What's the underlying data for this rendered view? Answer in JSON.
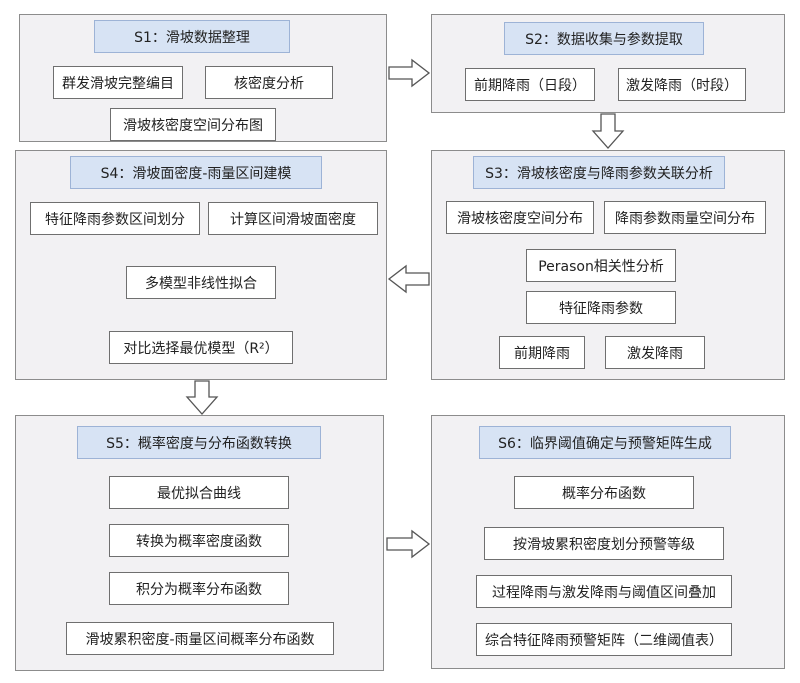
{
  "s1": {
    "title": "S1：滑坡数据整理",
    "items": [
      "群发滑坡完整编目",
      "核密度分析",
      "滑坡核密度空间分布图"
    ]
  },
  "s2": {
    "title": "S2：数据收集与参数提取",
    "items": [
      "前期降雨（日段）",
      "激发降雨（时段）"
    ]
  },
  "s3": {
    "title": "S3：滑坡核密度与降雨参数关联分析",
    "items": [
      "滑坡核密度空间分布",
      "降雨参数雨量空间分布",
      "Perason相关性分析",
      "特征降雨参数",
      "前期降雨",
      "激发降雨"
    ]
  },
  "s4": {
    "title": "S4：滑坡面密度-雨量区间建模",
    "items": [
      "特征降雨参数区间划分",
      "计算区间滑坡面密度",
      "多模型非线性拟合",
      "对比选择最优模型（R²）"
    ]
  },
  "s5": {
    "title": "S5：概率密度与分布函数转换",
    "items": [
      "最优拟合曲线",
      "转换为概率密度函数",
      "积分为概率分布函数",
      "滑坡累积密度-雨量区间概率分布函数"
    ]
  },
  "s6": {
    "title": "S6：临界阈值确定与预警矩阵生成",
    "items": [
      "概率分布函数",
      "按滑坡累积密度划分预警等级",
      "过程降雨与激发降雨与阈值区间叠加",
      "综合特征降雨预警矩阵（二维阈值表）"
    ]
  },
  "colors": {
    "panel_bg": "#f2f1f3",
    "title_bg": "#d7e3f4",
    "box_bg": "#ffffff",
    "border": "#8c8c8c"
  }
}
